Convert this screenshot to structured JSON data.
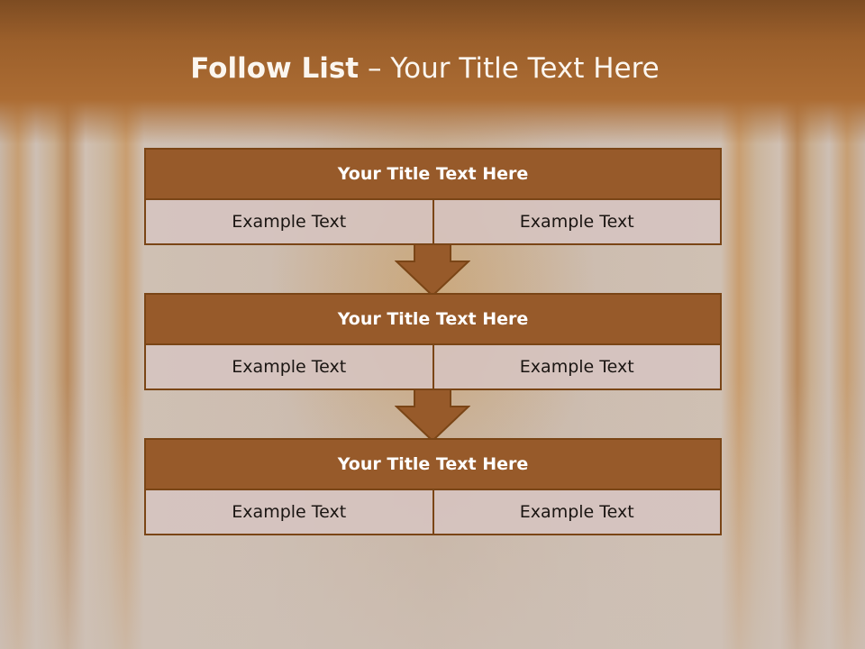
{
  "slide": {
    "title_bold": "Follow List",
    "title_rest": " – Your Title Text Here"
  },
  "blocks": [
    {
      "title": "Your Title Text Here",
      "cells": [
        "Example Text",
        "Example Text"
      ]
    },
    {
      "title": "Your Title Text Here",
      "cells": [
        "Example Text",
        "Example Text"
      ]
    },
    {
      "title": "Your Title Text Here",
      "cells": [
        "Example Text",
        "Example Text"
      ]
    }
  ],
  "colors": {
    "header_band": "#9b5f2b",
    "block_title_fill": "#975a2a",
    "block_border": "#7a4516",
    "cell_fill": "#d6c4c0",
    "title_text": "#fbf6ef"
  }
}
